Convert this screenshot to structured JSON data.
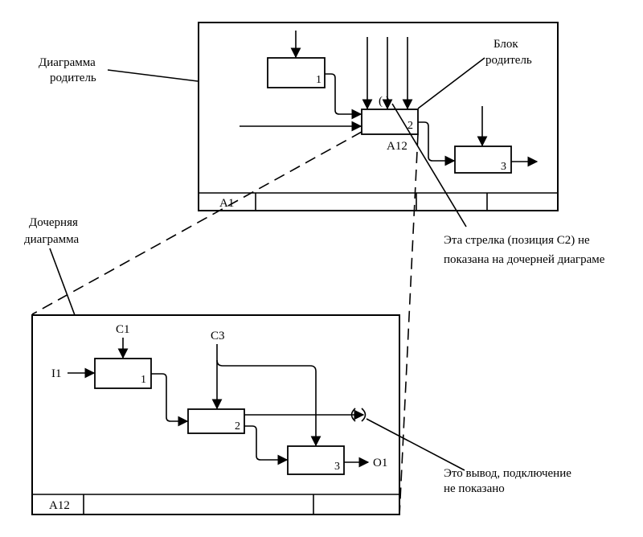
{
  "parent_diagram": {
    "callout_line1": "Диаграмма",
    "callout_line2": "родитель",
    "block_callout_line1": "Блок",
    "block_callout_line2": "родитель",
    "box1_num": "1",
    "box2_num": "2",
    "box3_num": "3",
    "box2_ref": "A12",
    "tunnel": "( )",
    "footer_node": "A1"
  },
  "child_diagram": {
    "callout_line1": "Дочерняя",
    "callout_line2": "диаграмма",
    "box1_num": "1",
    "box2_num": "2",
    "box3_num": "3",
    "label_c1": "C1",
    "label_c3": "C3",
    "label_i1": "I1",
    "label_o1": "O1",
    "footer_node": "A12"
  },
  "notes": {
    "arrow_note_line1": "Эта стрелка (позиция C2) не",
    "arrow_note_line2": "показана на дочерней диаграме",
    "output_note_line1": "Это вывод, подключение",
    "output_note_line2": "не показано"
  }
}
